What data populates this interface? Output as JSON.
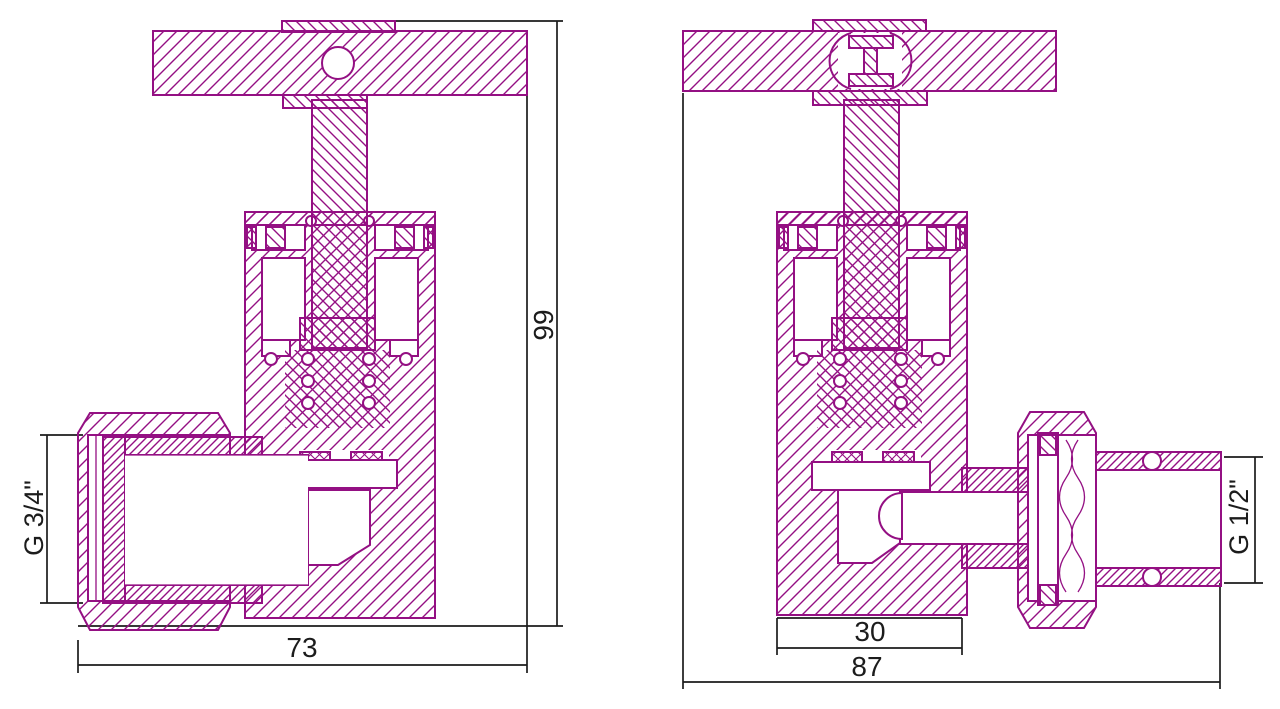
{
  "drawing": {
    "colors": {
      "part_line": "#941083",
      "dimension_line": "#1c1c1c",
      "background": "#ffffff"
    },
    "left_view": {
      "overall_width": "73",
      "overall_height": "99",
      "thread_label": "G 3/4\""
    },
    "right_view": {
      "body_width": "30",
      "overall_width": "87",
      "thread_label": "G 1/2\""
    }
  }
}
